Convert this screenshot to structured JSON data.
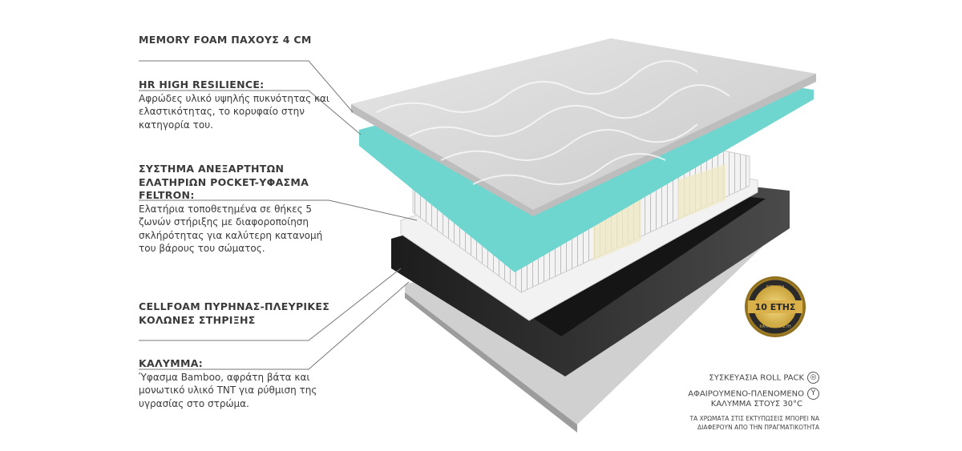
{
  "layers": [
    {
      "title": "MEMORY FOAM ΠΑΧΟΥΣ 4 CM",
      "text": ""
    },
    {
      "title": "HR HIGH RESILIENCE:",
      "text": "Αφρώδες υλικό υψηλής πυκνότητας και ελαστικότητας, το κορυφαίο στην κατηγορία του."
    },
    {
      "title": "ΣΥΣΤΗΜΑ ΑΝΕΞΑΡΤΗΤΩΝ ΕΛΑΤΗΡΙΩΝ POCKET-ΥΦΑΣΜΑ FELTRON:",
      "text": "Ελατήρια τοποθετημένα σε θήκες 5 ζωνών στήριξης με διαφοροποίηση σκλήρότητας για καλύτερη κατανομή του βάρους του σώματος."
    },
    {
      "title": "CELLFOAM ΠΥΡΗΝΑΣ-ΠΛΕΥΡΙΚΕΣ ΚΟΛΩΝΕΣ ΣΤΗΡΙΞΗΣ",
      "text": ""
    },
    {
      "title": "ΚΑΛΥΜΜΑ:",
      "text": "Ύφασμα Bamboo, αφράτη βάτα και μονωτικό υλικό TNT για ρύθμιση της υγρασίας στο στρώμα."
    }
  ],
  "badge": {
    "top": "ΕΓΓΥΗΣΗ",
    "main": "10 ΕΤΗΣ",
    "bottom": "ΚΑΤΑΣΚΕΥΑΣΤΗ"
  },
  "info": {
    "roll_pack": "ΣΥΣΚΕΥΑΣΙΑ ROLL PACK",
    "washable_1": "ΑΦΑΙΡΟΥΜΕΝΟ-ΠΛΕΝΟΜΕΝΟ",
    "washable_2": "ΚΑΛΥΜΜΑ ΣΤΟΥΣ 30°C",
    "disclaimer_1": "ΤΑ ΧΡΩΜΑΤΑ ΣΤΙΣ ΕΚΤΥΠΩΣΕΙΣ ΜΠΟΡΕΙ ΝΑ",
    "disclaimer_2": "ΔΙΑΦΕΡΟΥΝ ΑΠΟ ΤΗΝ ΠΡΑΓΜΑΤΙΚΟΤΗΤΑ"
  },
  "colors": {
    "teal": "#6fd6cf",
    "gold": "#c9a23a",
    "frame": "#2b2b2b",
    "top": "#d9d9d9"
  }
}
